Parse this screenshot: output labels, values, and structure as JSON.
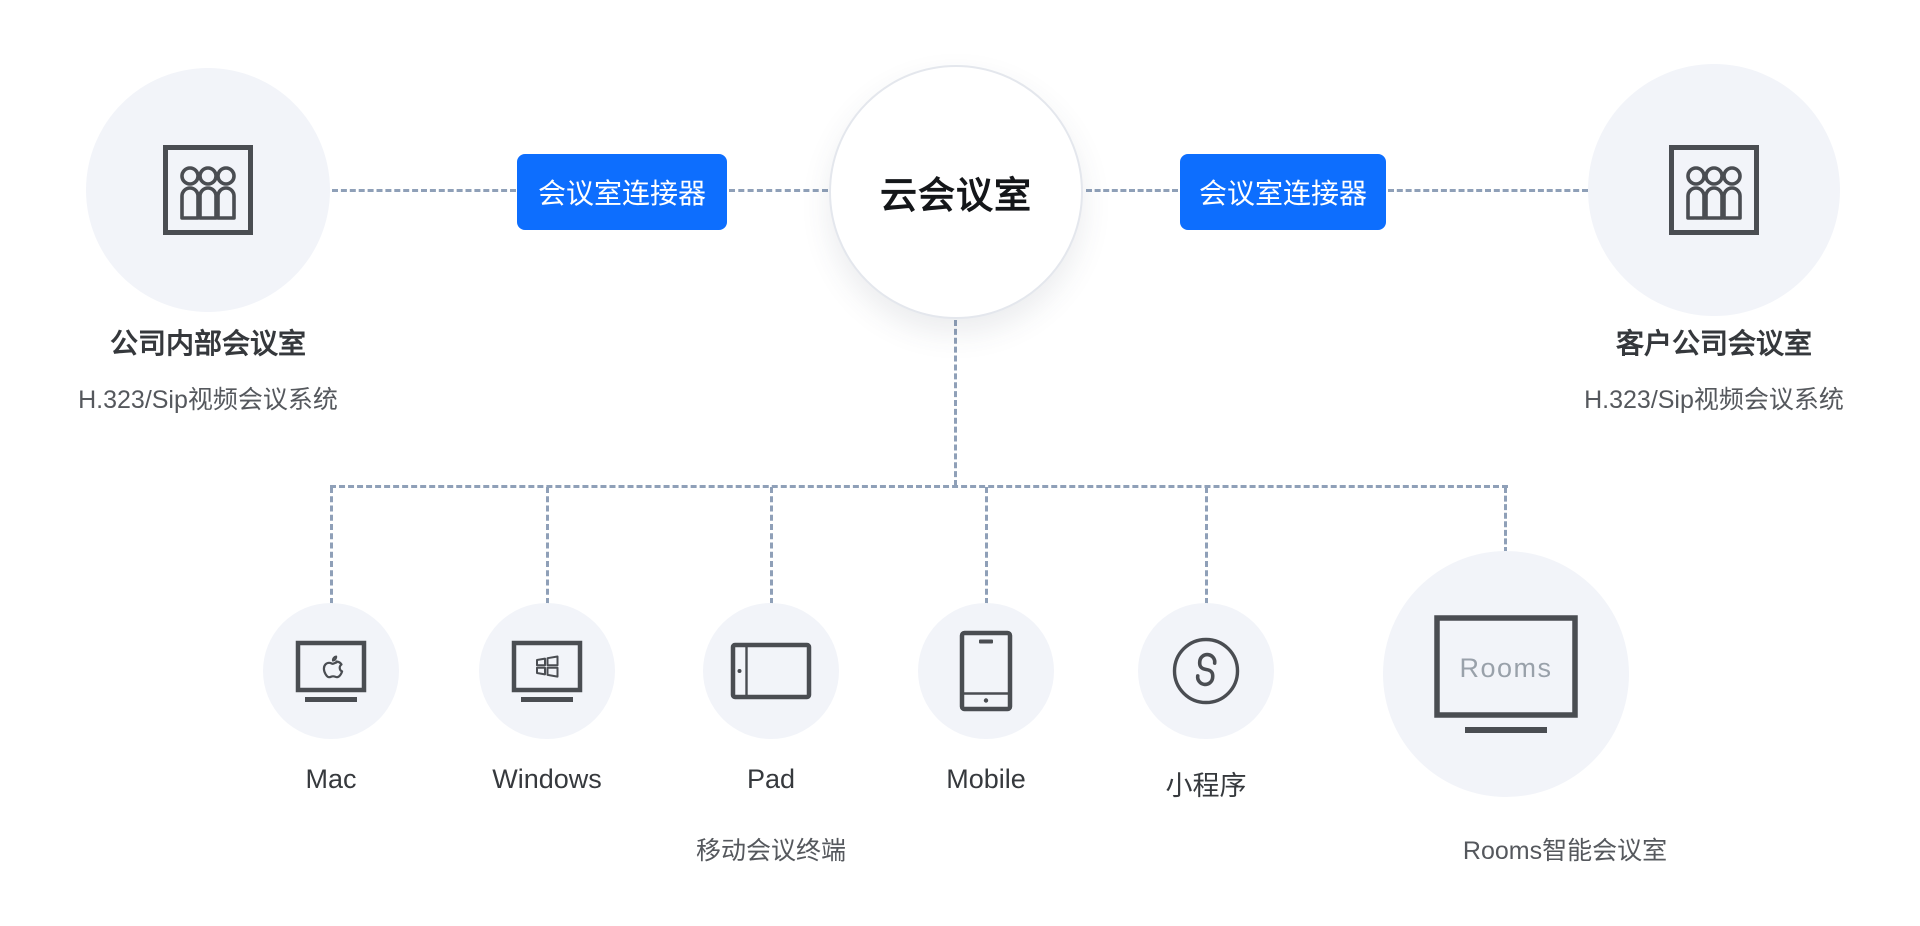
{
  "palette": {
    "accent_blue": "#0D6EFE",
    "dash_color": "#8FA0B8",
    "node_fill": "#F2F4F9",
    "icon_stroke": "#4A4D52",
    "title_color": "#35383C",
    "text_secondary": "#55585D",
    "screen_text": "#99A1AA"
  },
  "center": {
    "label": "云会议室"
  },
  "connectors": {
    "left_label": "会议室连接器",
    "right_label": "会议室连接器"
  },
  "left_room": {
    "title": "公司内部会议室",
    "subtitle": "H.323/Sip视频会议系统"
  },
  "right_room": {
    "title": "客户公司会议室",
    "subtitle": "H.323/Sip视频会议系统"
  },
  "devices": [
    {
      "label": "Mac",
      "icon": "mac-icon"
    },
    {
      "label": "Windows",
      "icon": "windows-icon"
    },
    {
      "label": "Pad",
      "icon": "pad-icon"
    },
    {
      "label": "Mobile",
      "icon": "mobile-icon"
    },
    {
      "label": "小程序",
      "icon": "miniprogram-icon"
    }
  ],
  "rooms_device": {
    "screen_label": "Rooms",
    "caption": "Rooms智能会议室"
  },
  "captions": {
    "mobile_terminals": "移动会议终端"
  }
}
